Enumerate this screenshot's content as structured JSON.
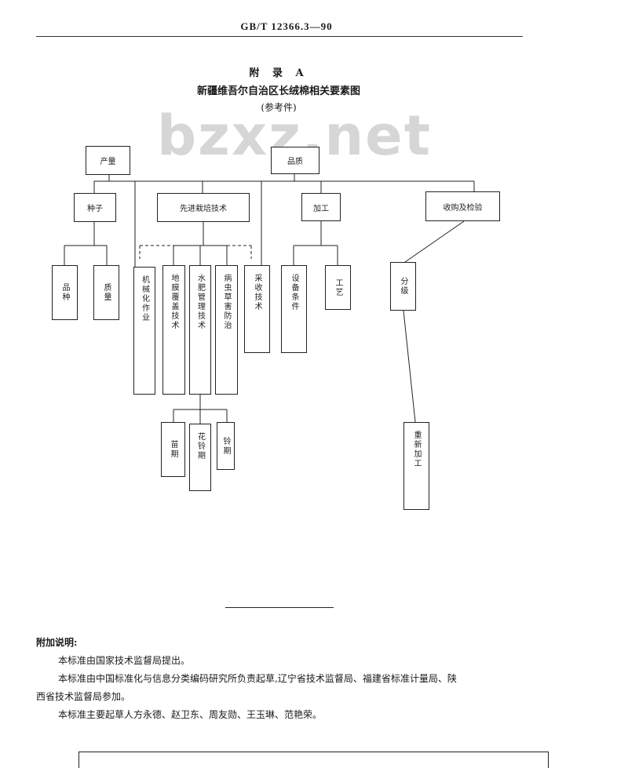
{
  "header": {
    "standard": "GB/T 12366.3—90"
  },
  "appendix": {
    "label": "附 录 A",
    "title": "新疆维吾尔自治区长绒棉相关要素图",
    "subtitle": "(参考件)"
  },
  "watermark": "bzxz.net",
  "diagram": {
    "top": {
      "yield": "产量",
      "quality": "品质"
    },
    "level2": {
      "seed": "种子",
      "tech": "先进栽培技术",
      "processing": "加工",
      "purchase": "收购及检验"
    },
    "seed_children": {
      "variety": "品种",
      "seed_quality": "质量"
    },
    "tech_children": {
      "mechanization": "机械化作业",
      "mulch": "地膜覆盖技术",
      "water_fert": "水肥管理技术",
      "pest": "病虫草害防治",
      "picking": "采收技术"
    },
    "water_children": {
      "seedling": "苗期",
      "flowering": "花铃期",
      "boll": "铃期"
    },
    "proc_children": {
      "equipment": "设备条件",
      "craft": "工艺"
    },
    "purchase_children": {
      "grading": "分级",
      "reprocess": "重新加工"
    }
  },
  "notes": {
    "heading": "附加说明:",
    "line1": "本标准由国家技术监督局提出。",
    "line2a": "本标准由中国标准化与信息分类编码研究所负责起草,辽宁省技术监督局、福建省标准计量局、陕",
    "line2b": "西省技术监督局参加。",
    "line3": "本标准主要起草人方永德、赵卫东、周友勋、王玉琳、范艳荣。"
  }
}
